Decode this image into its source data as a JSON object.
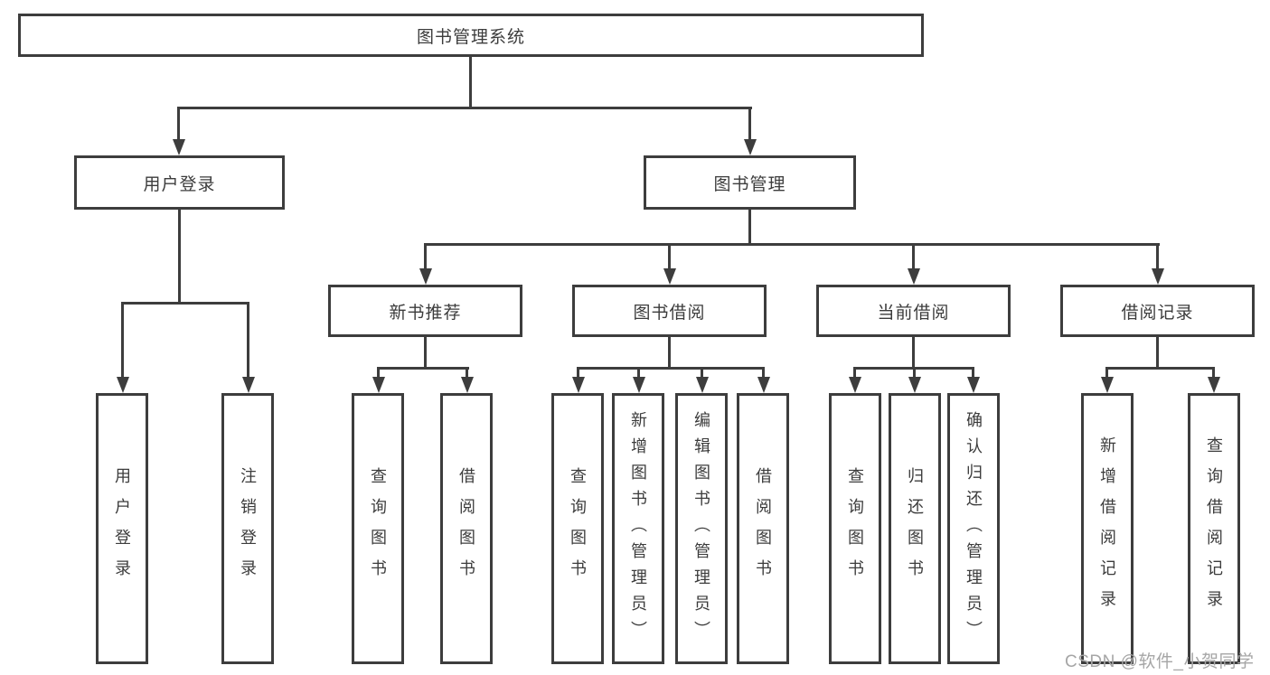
{
  "diagram": {
    "title": "图书管理系统",
    "type": "hierarchy-tree",
    "colors": {
      "line": "#3d3d3d",
      "text": "#3c3c3c",
      "background": "#ffffff",
      "watermark": "#a6a6a6"
    },
    "watermark": "CSDN @软件_小贺同学",
    "nodes": {
      "root": "图书管理系统",
      "user_login": "用户登录",
      "book_management": "图书管理",
      "new_book_recommend": "新书推荐",
      "book_borrowing": "图书借阅",
      "current_borrowing": "当前借阅",
      "borrowing_records": "借阅记录",
      "leaf_user_login": "用户登录",
      "leaf_logout": "注销登录",
      "leaf_query_book_recommend": "查询图书",
      "leaf_borrow_book_recommend": "借阅图书",
      "leaf_query_book_borrowing": "查询图书",
      "leaf_add_book_admin": "新增图书（管理员）",
      "leaf_edit_book_admin": "编辑图书（管理员）",
      "leaf_borrow_book_borrowing": "借阅图书",
      "leaf_query_book_current": "查询图书",
      "leaf_return_book": "归还图书",
      "leaf_confirm_return_admin": "确认归还（管理员）",
      "leaf_add_borrow_record": "新增借阅记录",
      "leaf_query_borrow_record": "查询借阅记录"
    },
    "structure": {
      "图书管理系统": {
        "用户登录": [
          "用户登录",
          "注销登录"
        ],
        "图书管理": {
          "新书推荐": [
            "查询图书",
            "借阅图书"
          ],
          "图书借阅": [
            "查询图书",
            "新增图书（管理员）",
            "编辑图书（管理员）",
            "借阅图书"
          ],
          "当前借阅": [
            "查询图书",
            "归还图书",
            "确认归还（管理员）"
          ],
          "借阅记录": [
            "新增借阅记录",
            "查询借阅记录"
          ]
        }
      }
    }
  }
}
